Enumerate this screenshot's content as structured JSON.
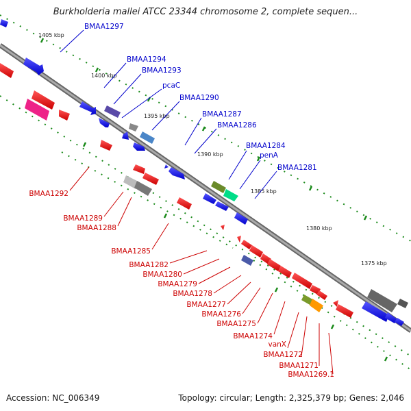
{
  "title": "Burkholderia mallei ATCC 23344 chromosome 2, complete sequen...",
  "footer": {
    "accession": "Accession: NC_006349",
    "summary": "Topology: circular; Length: 2,325,379 bp; Genes: 2,046"
  },
  "colors": {
    "forward_strand": "#0000ee",
    "reverse_strand": "#ee0000",
    "backbone": "#888888",
    "tick_dots": "#1a8a1a"
  },
  "scale_ticks": [
    "1405 kbp",
    "1400 kbp",
    "1395 kbp",
    "1390 kbp",
    "1385 kbp",
    "1380 kbp",
    "1375 kbp"
  ],
  "forward_labels": [
    "BMAA1297",
    "BMAA1294",
    "BMAA1293",
    "pcaC",
    "BMAA1290",
    "BMAA1287",
    "BMAA1286",
    "BMAA1284",
    "penA",
    "BMAA1281"
  ],
  "reverse_labels": [
    "BMAA1292",
    "BMAA1289",
    "BMAA1288",
    "BMAA1285",
    "BMAA1282",
    "BMAA1280",
    "BMAA1279",
    "BMAA1278",
    "BMAA1277",
    "BMAA1276",
    "BMAA1275",
    "BMAA1274",
    "vanX",
    "BMAA1272",
    "BMAA1271",
    "BMAA1269.1"
  ]
}
